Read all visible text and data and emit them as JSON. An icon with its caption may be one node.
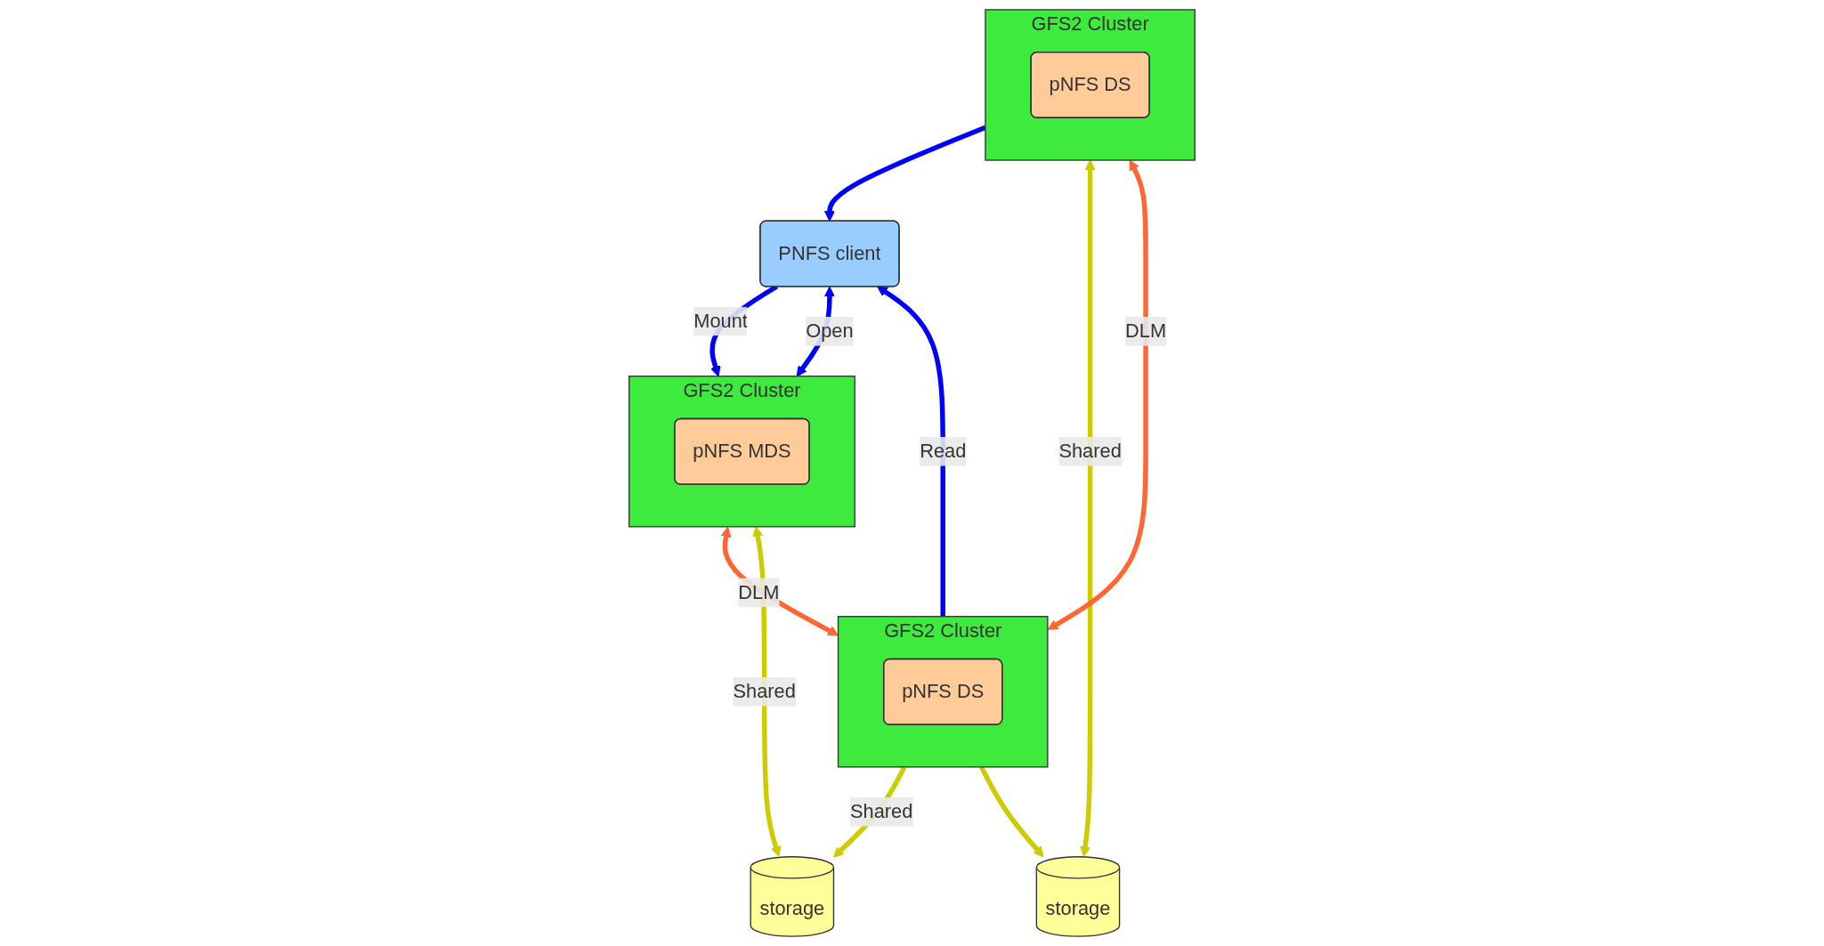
{
  "diagram": {
    "nodes": [
      {
        "text": [
          "storage"
        ]
      },
      {
        "text": [
          "storage"
        ]
      },
      {
        "text": [
          "GFS2 Cluster"
        ]
      },
      {
        "text": [
          "pNFS MDS"
        ],
        "in": 2
      },
      {
        "text": [
          "GFS2 Cluster"
        ]
      },
      {
        "text": [
          "pNFS DS"
        ],
        "in": 4
      },
      {
        "text": [
          "GFS2 Cluster"
        ]
      },
      {
        "text": [
          "pNFS DS"
        ],
        "in": 6
      },
      {
        "text": [
          "PNFS client"
        ]
      }
    ],
    "edges": [
      {
        "from": 0,
        "to": 2,
        "arrow": "both",
        "label": "Shared",
        "color": "#cccc00"
      },
      {
        "from": 4,
        "to": 0,
        "arrow": "to",
        "label": "Shared",
        "color": "#cccc00"
      },
      {
        "from": 4,
        "to": 1,
        "arrow": "to",
        "color": "#cccc00"
      },
      {
        "from": 1,
        "to": 6,
        "arrow": "both",
        "label": "Shared",
        "color": "#cccc00"
      },
      {
        "from": 2,
        "to": 4,
        "arrow": "both",
        "label": "DLM",
        "color": "#ff6633"
      },
      {
        "from": 4,
        "to": 6,
        "arrow": "both",
        "label": "DLM",
        "color": "#ff6633"
      },
      {
        "from": 8,
        "to": 2,
        "arrow": "to",
        "label": "Mount",
        "color": "#0000ff"
      },
      {
        "from": 8,
        "to": 2,
        "arrow": "both",
        "label": "Open",
        "color": "#0000ff"
      },
      {
        "from": 4,
        "to": 8,
        "arrow": "to",
        "label": "Read",
        "color": "#0000ff"
      },
      {
        "from": 6,
        "to": 8,
        "arrow": "to",
        "color": "#0000ff"
      }
    ]
  }
}
